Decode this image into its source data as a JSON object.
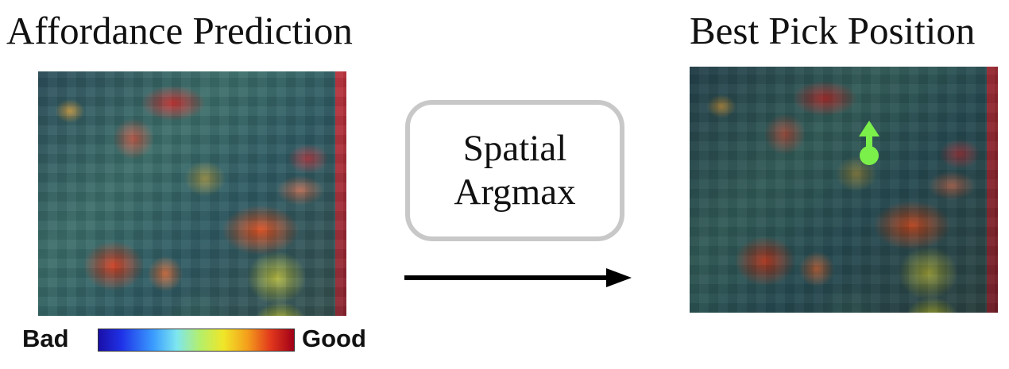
{
  "left_panel": {
    "title": "Affordance Prediction",
    "colorbar": {
      "low_label": "Bad",
      "high_label": "Good"
    }
  },
  "operation": {
    "line1": "Spatial",
    "line2": "Argmax"
  },
  "right_panel": {
    "title": "Best Pick Position",
    "marker_color": "#7cf04a"
  },
  "colors": {
    "arrow": "#000000",
    "box_border": "#c8c8c8"
  }
}
